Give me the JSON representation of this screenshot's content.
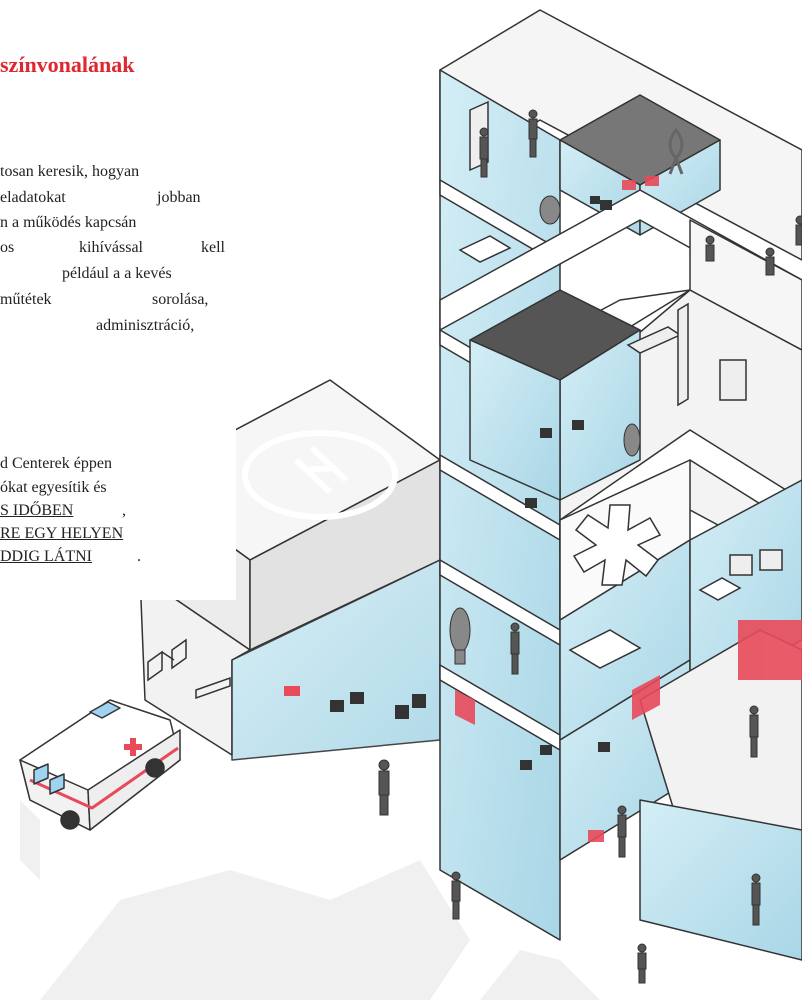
{
  "heading": "színvonalának",
  "paragraph_1": [
    "tosan keresik, hogyan",
    "eladatokat",
    "jobban",
    "n  a működés kapcsán",
    "os",
    "kihívással",
    "kell",
    "például  a  a  kevés",
    "műtétek",
    "sorolása,",
    "adminisztráció,"
  ],
  "paragraph_2": [
    "d Centerek éppen",
    "ókat  egyesítik és",
    "S IDŐBEN",
    ",",
    "RE EGY HELYEN",
    "DDIG LÁTNI",
    "."
  ],
  "colors": {
    "heading": "#e0262f",
    "glass": "#bfe3ee",
    "wall": "#f4f4f4",
    "outline": "#333333",
    "accent": "#e84a5a"
  },
  "icons": [
    "helipad-icon",
    "medical-star-icon",
    "ambulance-icon",
    "ribbon-icon"
  ]
}
